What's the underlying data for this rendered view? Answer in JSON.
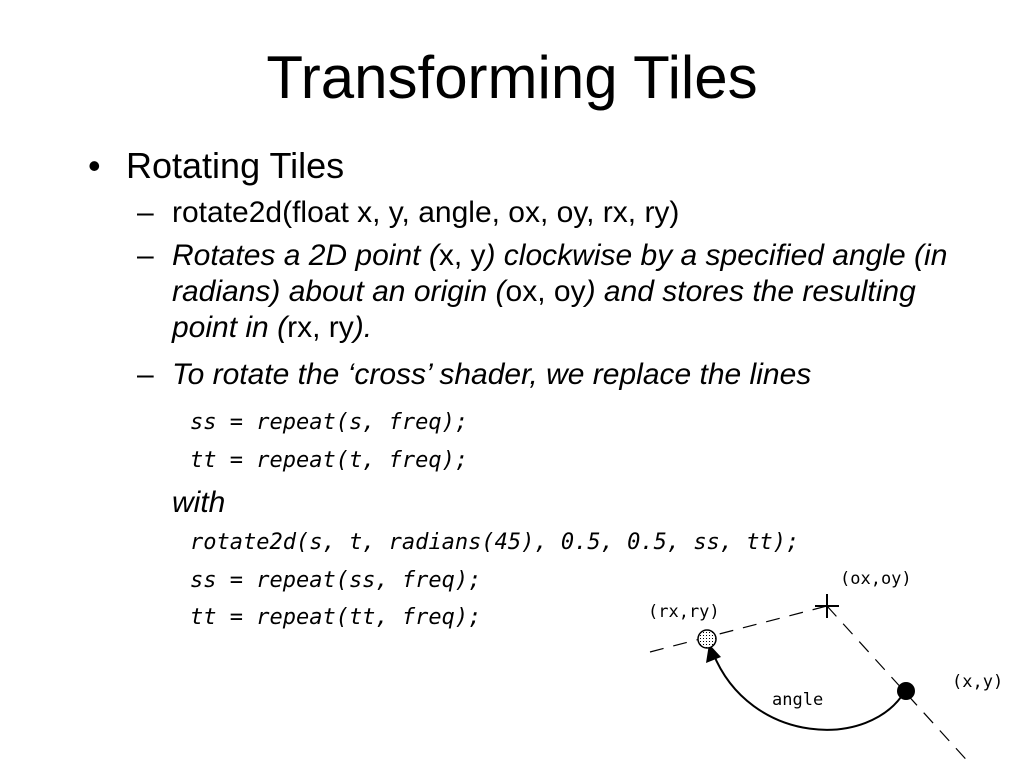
{
  "slide": {
    "title": "Transforming Tiles",
    "bullet": {
      "marker": "•",
      "text": "Rotating Tiles"
    },
    "subbullets": {
      "dash": "–",
      "signature": "rotate2d(float x, y, angle, ox, oy, rx, ry)",
      "description": {
        "p1": "Rotates a 2D point (",
        "x_y": "x, y",
        "p2": ") clockwise by a specified ",
        "angle": "angle",
        "p3": " (in radians) about an origin (",
        "ox_oy": "ox, oy",
        "p4": ") and stores the resulting point in (",
        "rx_ry": "rx, ry",
        "p5": ")."
      },
      "replace_text": "To rotate the ‘cross’ shader, we replace the lines"
    },
    "code_before": [
      "ss = repeat(s, freq);",
      "tt = repeat(t, freq);"
    ],
    "with_word": "with",
    "code_after": [
      "rotate2d(s, t, radians(45), 0.5, 0.5, ss, tt);",
      "ss = repeat(ss, freq);",
      "tt = repeat(tt, freq);"
    ]
  },
  "diagram": {
    "label_origin": "(ox,oy)",
    "label_result": "(rx,ry)",
    "label_point": "(x,y)",
    "label_angle": "angle"
  }
}
